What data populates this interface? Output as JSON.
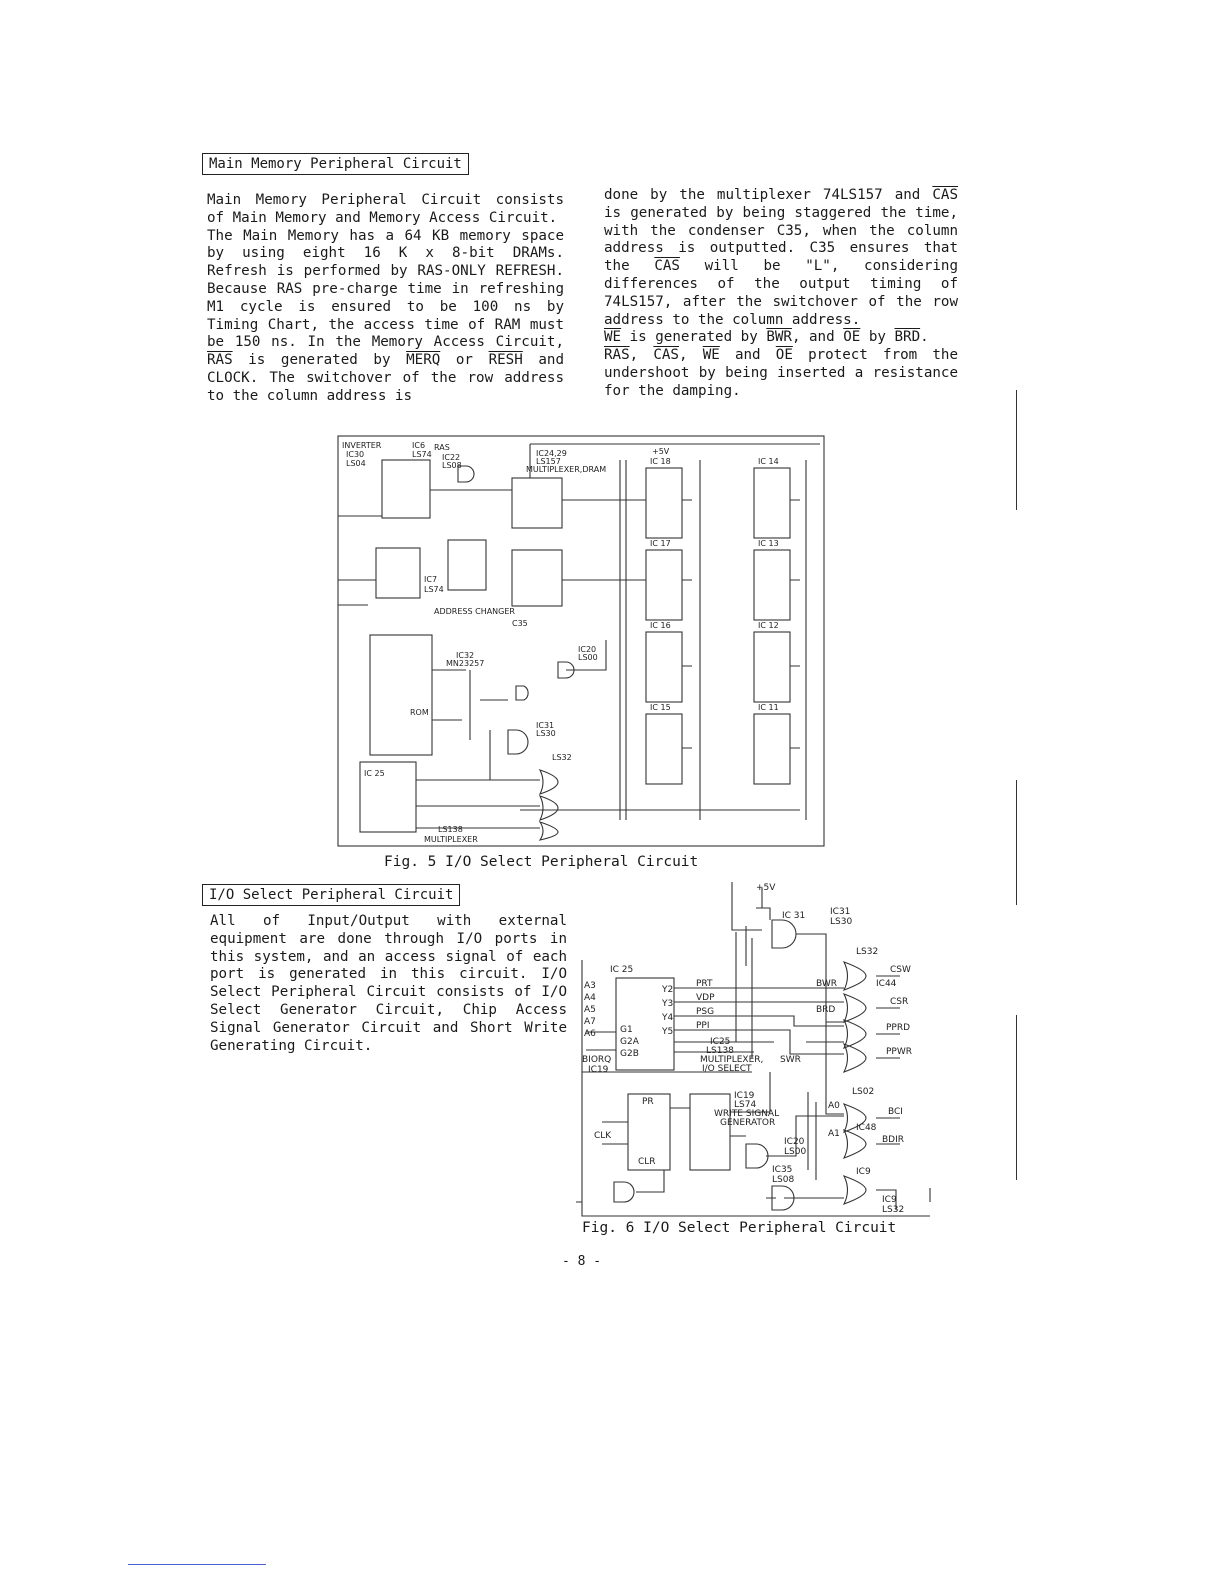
{
  "section1": {
    "heading": "Main Memory Peripheral Circuit",
    "left_p1": "Main Memory Peripheral Circuit consists of Main Memory and Memory Access Circuit.",
    "left_p2a": "The Main Memory has a 64 KB memory space by using eight 16 K x 8-bit DRAMs. Refresh is performed by RAS-ONLY REFRESH. Because RAS pre-charge time in refreshing M1 cycle is ensured to be 100 ns by Timing Chart, the access time of RAM must be 150 ns. In the Memory Access Circuit,",
    "sig_ras": "RAS",
    "left_p2b": "is generated by",
    "sig_merq": "MERQ",
    "left_p2c": "or",
    "sig_resh": "RESH",
    "left_p2d": "and CLOCK. The switchover of the row address to the column address is",
    "right_p1a": "done by the multiplexer 74LS157 and",
    "sig_cas": "CAS",
    "right_p1b": "is generated by being staggered the time, with the condenser C35, when the column address is outputted. C35 ensures that the",
    "right_p1c": "will be \"L\", considering differences of the output timing of 74LS157, after the switchover of the row address to the column address.",
    "sig_we": "WE",
    "right_p2a": "is generated by",
    "sig_bwr": "BWR",
    "right_p2b": ", and",
    "sig_oe": "OE",
    "right_p2c": "by",
    "sig_brd": "BRD",
    "right_p3b": "and",
    "right_p3c": "protect from the undershoot by being inserted a resistance for the damping."
  },
  "figure5": {
    "caption": "Fig. 5 I/O Select Peripheral Circuit",
    "labels": {
      "inverter": "INVERTER",
      "ic30": "IC30",
      "ls04": "LS04",
      "ic6": "IC6",
      "ls74": "LS74",
      "ras": "RAS",
      "ic22": "IC22",
      "ls08": "LS08",
      "ic2429": "IC24,29",
      "ls157": "LS157",
      "mux_dram": "MULTIPLEXER,DRAM",
      "ic7": "IC7",
      "ls74b": "LS74",
      "addr_changer": "ADDRESS CHANGER",
      "ic32": "IC32",
      "mn23257": "MN23257",
      "rom": "ROM",
      "ic20": "IC20",
      "ls00": "LS00",
      "ic31": "IC31",
      "ls30": "LS30",
      "ls32": "LS32",
      "ic25": "IC 25",
      "ls138": "LS138",
      "multiplexer": "MULTIPLEXER",
      "c35": "C35",
      "ic18": "IC 18",
      "ic14": "IC 14",
      "ic17": "IC 17",
      "ic13": "IC 13",
      "ic16": "IC 16",
      "ic12": "IC 12",
      "ic15": "IC 15",
      "ic11": "IC 11",
      "plus5v": "+5V"
    }
  },
  "section2": {
    "heading": "I/O Select Peripheral Circuit",
    "body": "All of Input/Output with external equipment are done through I/O ports in this system, and an access signal of each port is generated in this circuit. I/O Select Peripheral Circuit consists of I/O Select Generator Circuit, Chip Access Signal Generator Circuit and Short Write Generating Circuit."
  },
  "figure6": {
    "caption": "Fig. 6 I/O Select Peripheral Circuit",
    "labels": {
      "plus5v": "+5V",
      "ic31": "IC31",
      "ls30": "LS30",
      "ic31b": "IC 31",
      "ls32": "LS32",
      "ic25": "IC 25",
      "a3": "A3",
      "a4": "A4",
      "a5": "A5",
      "a7": "A7",
      "a6": "A6",
      "biorq": "BIORQ",
      "y2": "Y2",
      "y3": "Y3",
      "y4": "Y4",
      "y5": "Y5",
      "g1": "G1",
      "g2a": "G2A",
      "g2b": "G2B",
      "prt": "PRT",
      "vdp": "VDP",
      "psg": "PSG",
      "ppi": "PPI",
      "ic25b": "IC25",
      "ls138": "LS138",
      "multiplexer": "MULTIPLEXER,",
      "io_select": "I/O SELECT",
      "swr": "SWR",
      "ic19": "IC19",
      "bwr": "BWR",
      "csw": "CSW",
      "ic44": "IC44",
      "brd": "BRD",
      "csr": "CSR",
      "pprd": "PPRD",
      "ppwr": "PPWR",
      "ls02": "LS02",
      "bci": "BCI",
      "ic48": "IC48",
      "bdir": "BDIR",
      "a0": "A0",
      "a1": "A1",
      "ic19b": "IC19",
      "ls74": "LS74",
      "write_sig": "WRITE SIGNAL",
      "generator": "GENERATOR",
      "ic20": "IC20",
      "ls00": "LS00",
      "ic35": "IC35",
      "ls08": "LS08",
      "ic9": "IC9",
      "ic9b": "IC9",
      "ls32b": "LS32",
      "clk": "CLK",
      "pr": "PR",
      "clr": "CLR"
    }
  },
  "page_number": "- 8 -"
}
